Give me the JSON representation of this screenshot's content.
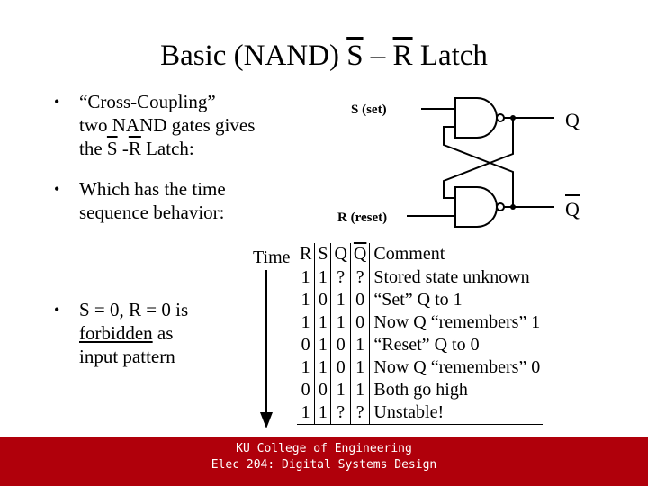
{
  "title": {
    "prefix": "Basic (NAND) ",
    "s": "S",
    "dash": " – ",
    "r": "R",
    "suffix": " Latch"
  },
  "bullets": {
    "b1_l1": "“Cross-Coupling”",
    "b1_l2": "two NAND gates gives",
    "b1_l3_pre": "the ",
    "b1_l3_s": "S",
    "b1_l3_mid": " -",
    "b1_l3_r": "R",
    "b1_l3_post": " Latch:",
    "b2_l1": "Which has the time",
    "b2_l2": "sequence behavior:",
    "b3_l1": "S = 0, R = 0 is",
    "b3_l2_u": "forbidden",
    "b3_l2_post": " as",
    "b3_l3": "input pattern"
  },
  "circuit": {
    "s_label": "S (set)",
    "r_label": "R (reset)",
    "q_label": "Q",
    "qbar_label": "Q"
  },
  "time_label": "Time",
  "truth_table": {
    "headers": [
      "R",
      "S",
      "Q",
      "Q",
      "Comment"
    ],
    "rows": [
      [
        "1",
        "1",
        "?",
        "?",
        "Stored state unknown"
      ],
      [
        "1",
        "0",
        "1",
        "0",
        "“Set” Q to 1"
      ],
      [
        "1",
        "1",
        "1",
        "0",
        "Now Q “remembers” 1"
      ],
      [
        "0",
        "1",
        "0",
        "1",
        "“Reset” Q to 0"
      ],
      [
        "1",
        "1",
        "0",
        "1",
        "Now Q “remembers” 0"
      ],
      [
        "0",
        "0",
        "1",
        "1",
        "Both go high"
      ],
      [
        "1",
        "1",
        "?",
        "?",
        "Unstable!"
      ]
    ]
  },
  "footer": {
    "line1": "KU College of Engineering",
    "line2": "Elec 204: Digital Systems Design"
  },
  "colors": {
    "footer_bg": "#b0000b",
    "footer_text": "#ffffff"
  }
}
